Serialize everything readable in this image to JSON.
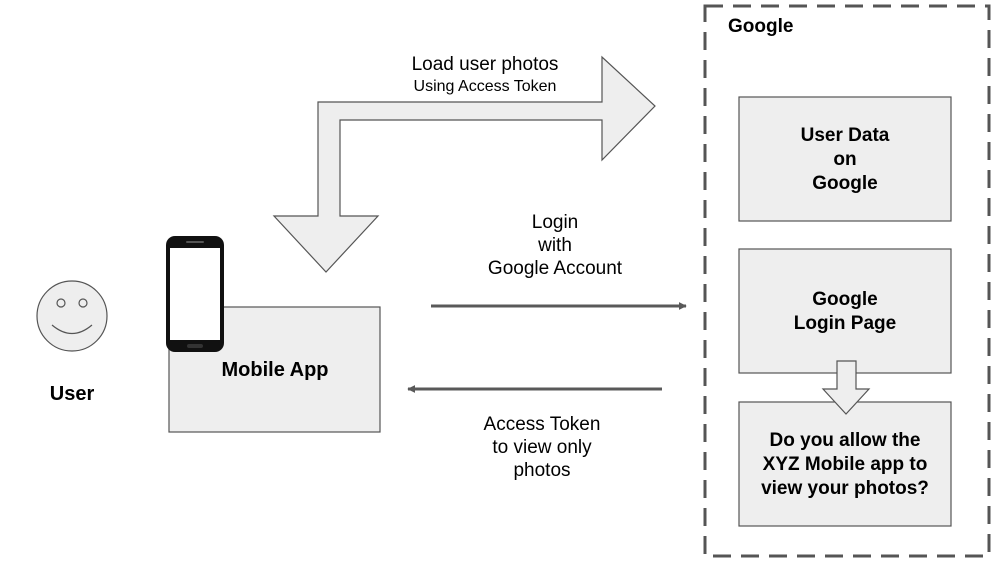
{
  "user": {
    "label": "User"
  },
  "mobile_app": {
    "label": "Mobile App"
  },
  "load_arrow": {
    "line1": "Load user photos",
    "line2": "Using Access Token"
  },
  "login_arrow": {
    "line1": "Login",
    "line2": "with",
    "line3": "Google Account"
  },
  "token_arrow": {
    "line1": "Access Token",
    "line2": "to view only",
    "line3": "photos"
  },
  "google": {
    "title": "Google",
    "user_data_box": {
      "line1": "User Data",
      "line2": "on",
      "line3": "Google"
    },
    "login_box": {
      "line1": "Google",
      "line2": "Login Page"
    },
    "consent_box": {
      "line1": "Do you allow the",
      "line2": "XYZ Mobile app to",
      "line3": "view your photos?"
    }
  },
  "colors": {
    "box_fill": "#eeeeee",
    "box_stroke": "#555555",
    "arrow_line": "#595959"
  }
}
